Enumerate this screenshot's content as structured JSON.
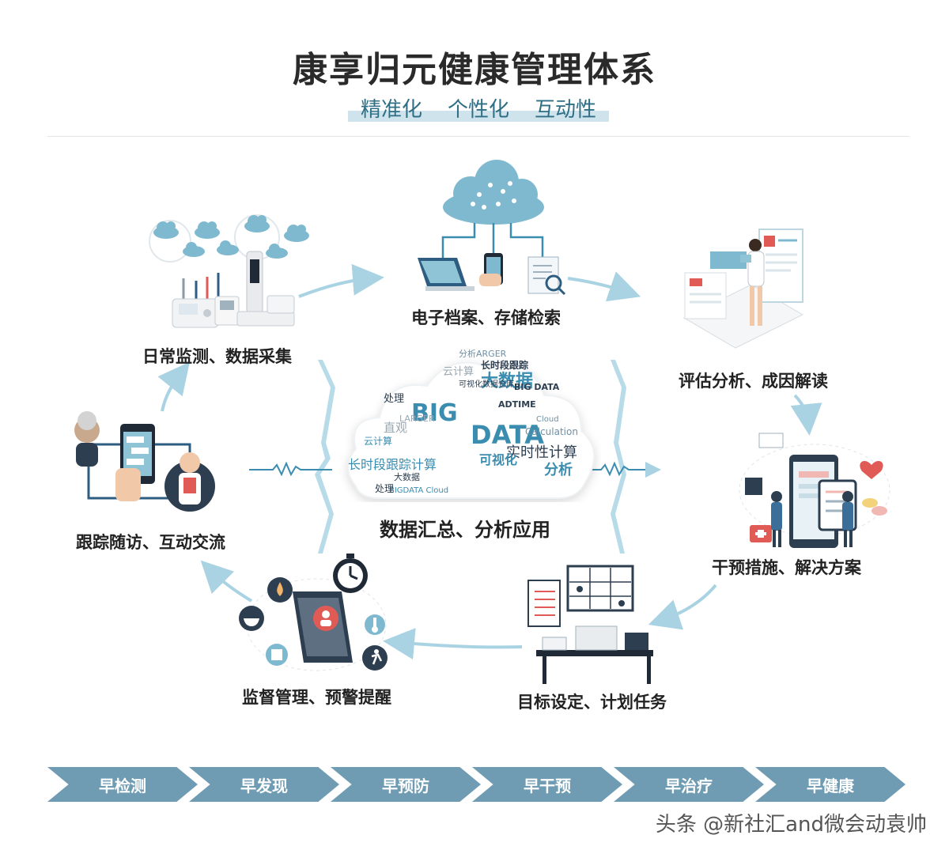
{
  "title": "康享归元健康管理体系",
  "subtitle": [
    "精准化",
    "个性化",
    "互动性"
  ],
  "nodes": {
    "daily_monitor": "日常监测、数据采集",
    "electronic_records": "电子档案、存储检索",
    "assessment": "评估分析、成因解读",
    "intervention": "干预措施、解决方案",
    "goal_setting": "目标设定、计划任务",
    "supervision": "监督管理、预警提醒",
    "follow_up": "跟踪随访、互动交流",
    "center": "数据汇总、分析应用"
  },
  "wordcloud": [
    "分析ARGER",
    "长时段跟踪",
    "云计算",
    "大数据",
    "BIG DATA",
    "BIG",
    "ADTIME",
    "处理",
    "Cloud",
    "DATA",
    "LARGER",
    "可视化数据仓库",
    "直观",
    "Calculation",
    "实时性计算",
    "长时段跟踪计算",
    "可视化",
    "分析",
    "云计算",
    "BIGDATA Cloud",
    "大数据",
    "处理"
  ],
  "stages": [
    "早检测",
    "早发现",
    "早预防",
    "早干预",
    "早治疗",
    "早健康"
  ],
  "watermark": "头条 @新社汇and微会动袁帅",
  "icons": [
    "cloud-icon",
    "laptop-icon",
    "phone-icon",
    "document-search-icon",
    "doctor-icon",
    "nurse-icon",
    "board-icon",
    "desk-icon",
    "stopwatch-icon",
    "drop-icon",
    "bowl-icon",
    "thermometer-icon",
    "runner-icon",
    "heart-icon",
    "first-aid-icon",
    "blood-pressure-monitor-icon",
    "elder-icon",
    "smartphone-chat-icon"
  ],
  "colors": {
    "accent": "#7fb9cf",
    "arrow": "#a9d3e2",
    "stage": "#6f9cb3",
    "dark": "#2d3e50",
    "red": "#e05b55"
  }
}
